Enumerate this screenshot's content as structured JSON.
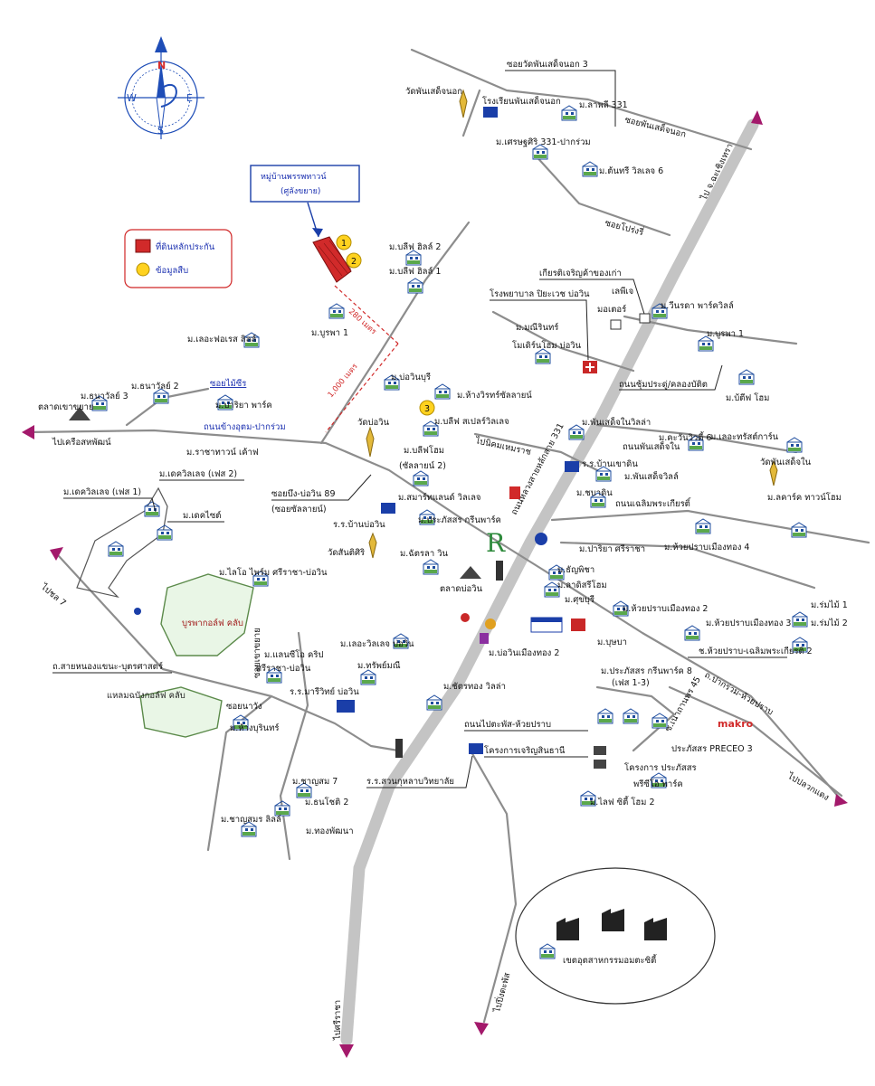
{
  "compass": {
    "n": "N",
    "s": "S",
    "e": "E",
    "w": "W"
  },
  "callout": {
    "line1": "หมู่บ้านพรรพทาวน์",
    "line2": "(ศูลังขยาย)"
  },
  "legend": {
    "item1": "ที่ดินหลักประกัน",
    "item2": "ข้อมูลสืบ",
    "color_land": "#d12a2a",
    "color_info": "#ffd21f"
  },
  "subject": {
    "marker1": "1",
    "marker2": "2",
    "marker3": "3",
    "distance_1": "280 เมตร",
    "distance_2": "1,000 เมตร"
  },
  "colors": {
    "arrow": "#a3196b",
    "road_main": "#c4c4c4",
    "road": "#8d8d8d",
    "compass": "#1e4db7"
  },
  "labels": [
    "ซอยวัดพันเสด็จนอก 3",
    "วัดพันเสด็จนอก",
    "โรงเรียนพันเสด็จนอก",
    "ม.ลาพลี 331",
    "ซอยพันเสด็จนอก",
    "ม.เศรษฐศิริ 331-ปากร่วม",
    "ม.ต้นทรี วิลเลจ 6",
    "ไป จ.ฉะเชิงเทรา",
    "ซอยโปร่งรี่",
    "เกียรติเจริญค้าของเก่า",
    "เลพีเจ",
    "มอเตอร์",
    "ม.วีนรดา พาร์ควิลล์",
    "ม.บูรพา 1",
    "ถนนชุ้มประดู่/คลองบัติต",
    "ม.บ้ตีฟ โฮม",
    "โรงพยาบาล ปิยะเวช บ่อวิน",
    "ม.มณีรินทร์",
    "โมเดิร์นโฮม บ่อวิน",
    "ม.บลีฟ ฮิลล์ 2",
    "ม.บลีฟ ฮิลล์ 1",
    "ม.บูรพา 1",
    "ม.เลอะฟอเรส ลิลล์",
    "ม.ธนาวัลย์ 3",
    "ม.ธนาวัลย์ 2",
    "ซอยไม้ซีร",
    "ตลาดเขาขยาย",
    "ม.ปาริยา พาร์ค",
    "ถนนข้างอุตม-ปากร่วม",
    "ไปเครือสหพัฒน์",
    "ม.ราชาทาวน์ เค้าฟ",
    "ม.บ่อวินบุรี",
    "วัดบ่อวิน",
    "ม.ห้างวิรทร์ซัลลายน์",
    "ม.บลีฟ สเปลร์วิลเลจ",
    "ม.บลีฟโฮม",
    "(ซัลลายน์ 2)",
    "ไปนิคมเหมราช",
    "ถนนหลวงสายหลักสาย 331",
    "ม.พันเสด็จในวิลล่า",
    "ม.คะวันวิวตี้ 6",
    "ม.เลอะทรัสต์การ์น",
    "ถนนพันเสด็จใน",
    "วัดพันเสด็จใน",
    "ร.ร.บ้านเขาดิน",
    "ม.พันเสด็จวิลล์",
    "ม.ชบาดิน",
    "ม.ลคาร์ค ทาวน์โฮม",
    "ถนนเฉลิมพระเกียรติ์",
    "ม.เดควิลเลจ (เฟส 1)",
    "ม.เดควิลเลจ (เฟส 2)",
    "ม.เดคไซต์",
    "ซอยบึง-บ่อวิน 89",
    "(ซอยซัลลายน์)",
    "ม.สมาร์ทแลนด์ วิลเลจ",
    "ร.ร.บ้านบ่อวิน",
    "ม.ประภัสสร กรีนพาร์ค",
    "วัดสันติศิริ",
    "ม.ฉัตรลา วิน",
    "ตลาดบ่อวิน",
    "ม.ปาริยา ศรีราชา",
    "ม.ห้วยปราบเมืองทอง 4",
    "ม.ธัญพิชา",
    "ม.ลาดิสรีโฮม",
    "ม.ศุขบุรี",
    "ม.ห้วยปราบเมืองทอง 2",
    "ไปชล 7",
    "ม.ไลโอ ไพร์ม ศรีราชา-บ่อวิน",
    "บูรพากอล์ฟ คลับ",
    "ซอยเขาขยาย",
    "ม.เลอะวิลเลจ บ่อวิน",
    "ม.บ่อวินเมืองทอง 2",
    "ม.บุษบา",
    "ม.ห้วยปราบเมืองทอง 3",
    "ม.ร่มไม้ 1",
    "ม.ร่มไม้ 2",
    "ถ.สายหนองแขนะ-บุตรศาสตร์",
    "ม.แลนซีโอ คริป",
    "ศรีราชา-บ่อวิน",
    "ม.ทรัพย์มณี",
    "ร.ร.มารีวิทย์ บ่อวิน",
    "ม.ชัตรทอง วิลล่า",
    "ช.ห้วยปราบ-เฉลิมพระเกียรติ 2",
    "ถ.ปากร่วม-ห้วยปราบ",
    "ม.ประภัสสร กรีนพาร์ค 8",
    "(เฟส 1-3)",
    "ซ.เนาถานพร 45",
    "makro",
    "ประภัสสร PRECEO 3",
    "แหลมฉบังกอล์ฟ คลับ",
    "ซอยนาวัง",
    "ม.ห้างบุรินทร์",
    "ถนนไปตะพัส-ห้วยปราบ",
    "โครงการเจริญสินธานี",
    "โครงการ ประภัสสร",
    "พรีซีโอ พาร์ค",
    "ไปปลวกแดง",
    "ม.ชาญสม 7",
    "ม.ธนโชติ 2",
    "ร.ร.สวนกุหลาบวิทยาลัย",
    "ม.ไลฟ ซิตี้ โฮม 2",
    "ม.ชาญสมร ลิลล์",
    "ม.ทองพัฒนา",
    "เขตอุตสาหกรรมอมตะซิตี้",
    "ไปปิ่งตะพัส",
    "ไปศรีราชา"
  ]
}
